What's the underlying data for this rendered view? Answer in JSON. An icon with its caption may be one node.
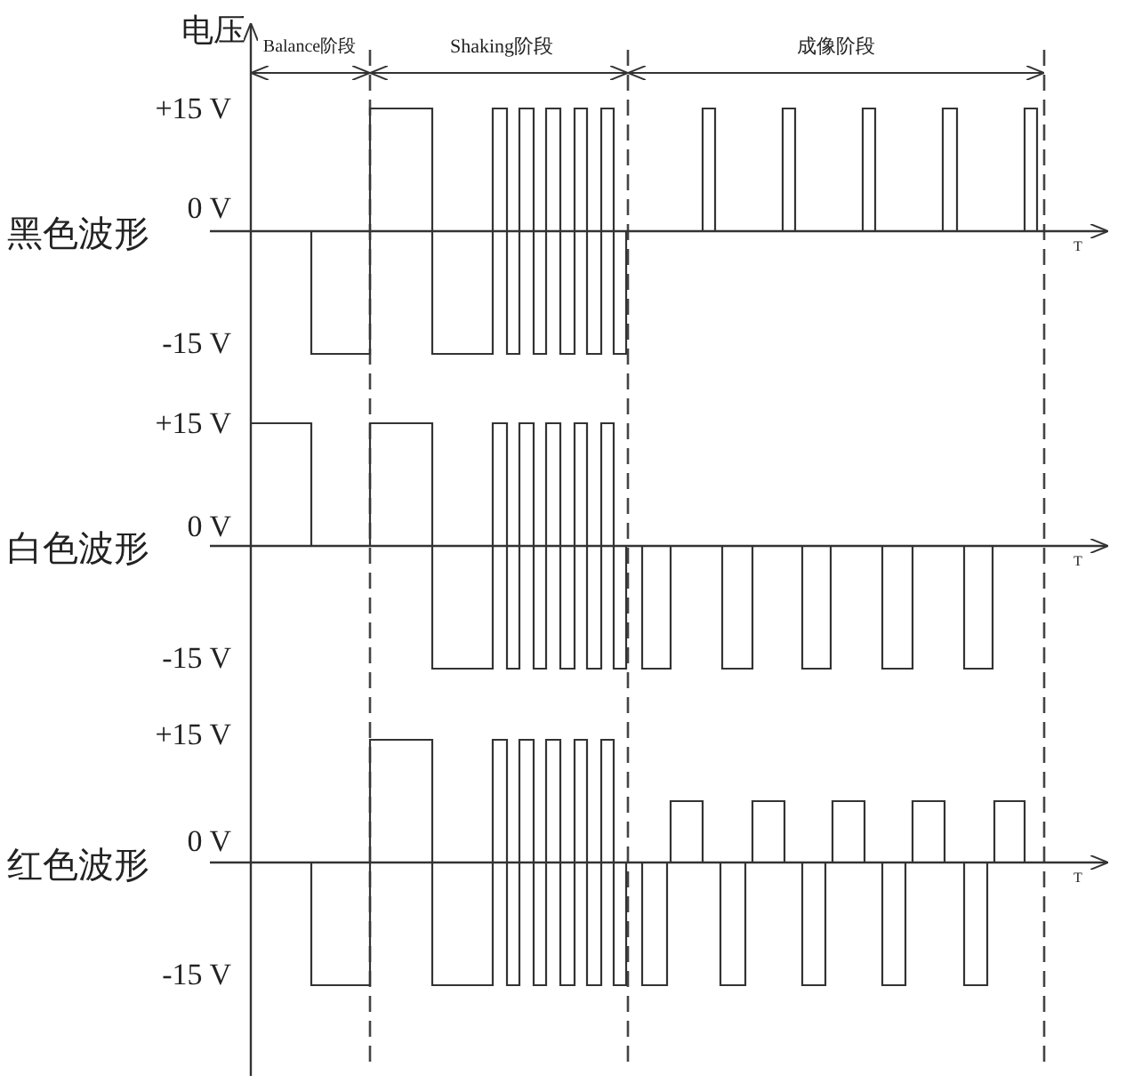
{
  "diagram": {
    "labels": [
      "电压",
      "Balance阶段",
      "Shaking阶段",
      "成像阶段",
      "+15 V",
      "0 V",
      "黑色波形",
      "T",
      "-15 V",
      "+15 V",
      "0 V",
      "白色波形",
      "T",
      "-15 V",
      "+15 V",
      "0 V",
      "红色波形",
      "T",
      "-15 V"
    ]
  }
}
